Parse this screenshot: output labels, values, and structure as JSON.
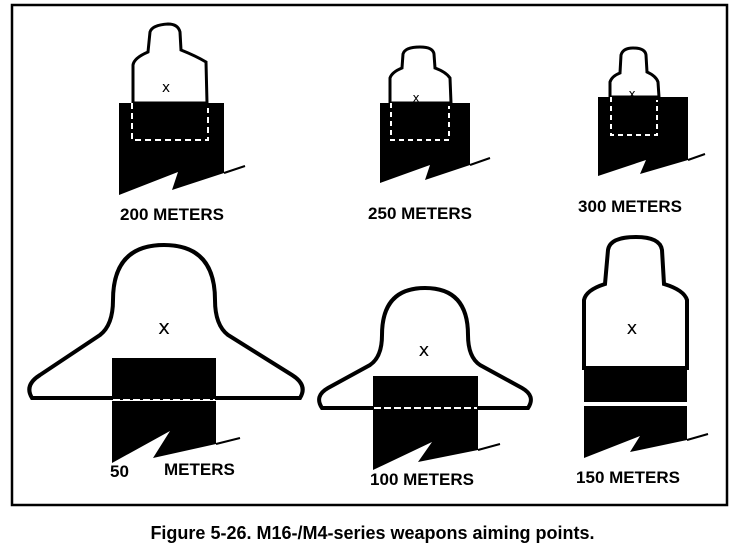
{
  "figure": {
    "caption": "Figure 5-26. M16-/M4-series weapons aiming points.",
    "targets": [
      {
        "distance_label": "200 METERS",
        "aim_mark": "x"
      },
      {
        "distance_label": "250 METERS",
        "aim_mark": "x"
      },
      {
        "distance_label": "300 METERS",
        "aim_mark": "x"
      },
      {
        "distance_number": "50",
        "distance_unit": "METERS",
        "aim_mark": "x"
      },
      {
        "distance_label": "100 METERS",
        "aim_mark": "x"
      },
      {
        "distance_label": "150 METERS",
        "aim_mark": "x"
      }
    ]
  }
}
